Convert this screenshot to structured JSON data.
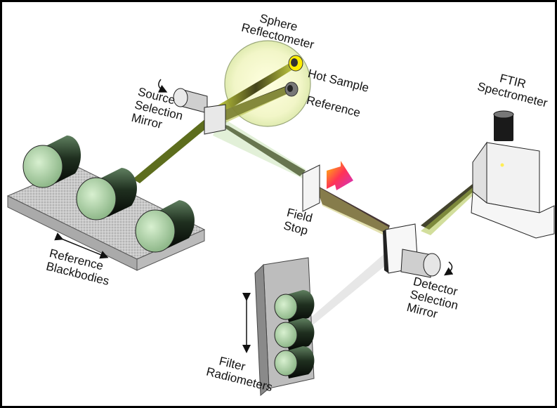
{
  "labels": {
    "sphere_reflectometer": [
      "Sphere",
      "Reflectometer"
    ],
    "hot_sample": "Hot Sample",
    "reference": "Reference",
    "source_selection_mirror": [
      "Source",
      "Selection",
      "Mirror"
    ],
    "ftir_spectrometer": [
      "FTIR",
      "Spectrometer"
    ],
    "field_stop": [
      "Field",
      "Stop"
    ],
    "reference_blackbodies": [
      "Reference",
      "Blackbodies"
    ],
    "detector_selection_mirror": [
      "Detector",
      "Selection",
      "Mirror"
    ],
    "filter_radiometers": [
      "Filter",
      "Radiometers"
    ]
  }
}
